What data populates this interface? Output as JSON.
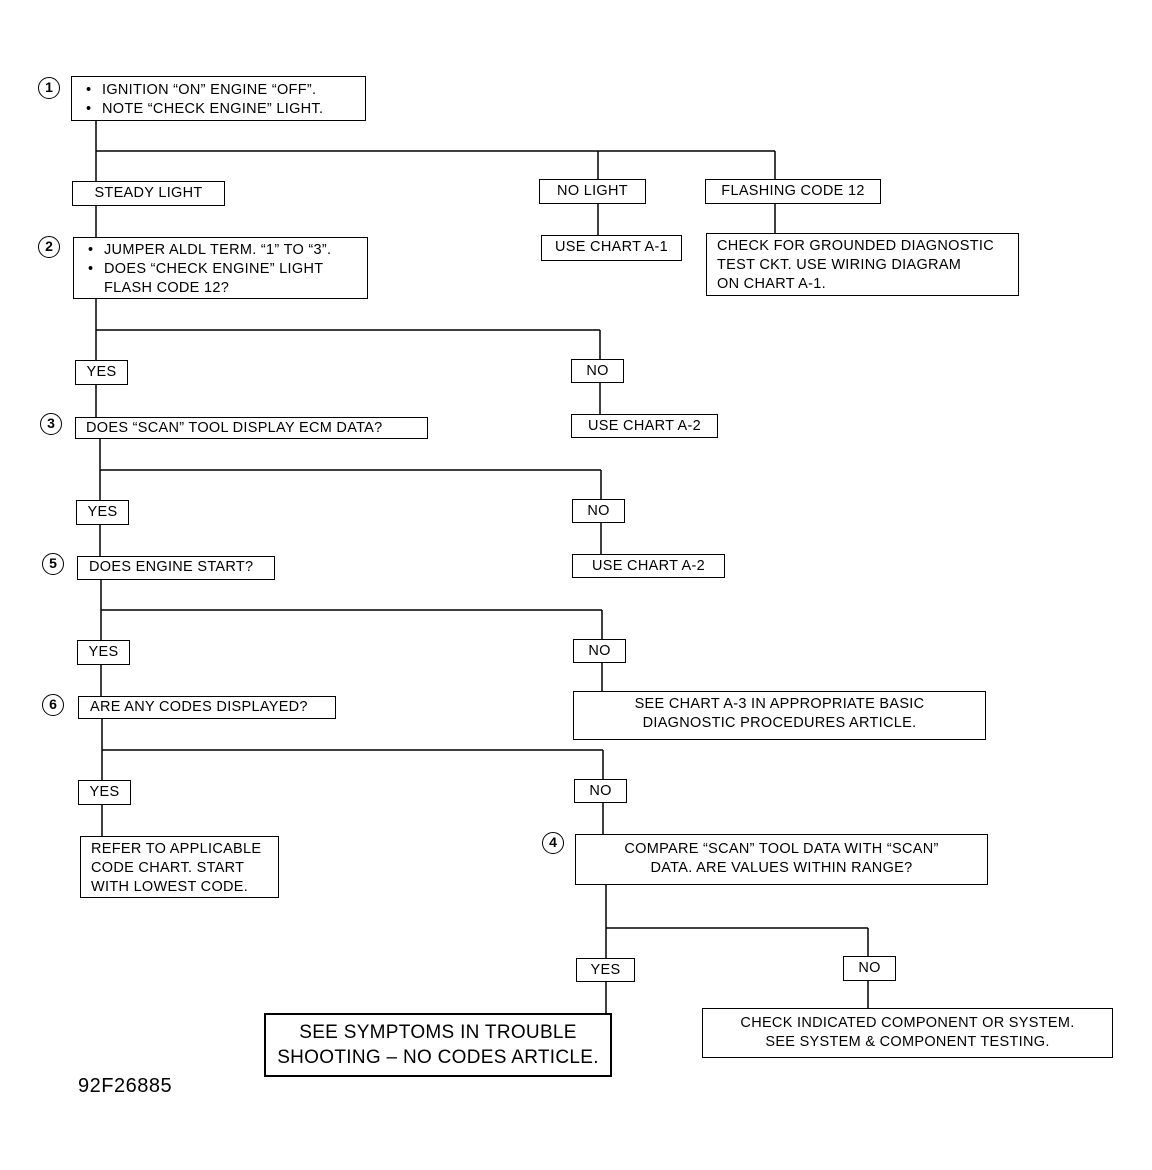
{
  "steps": {
    "s1": "1",
    "s2": "2",
    "s3": "3",
    "s4": "4",
    "s5": "5",
    "s6": "6"
  },
  "boxes": {
    "ignition": [
      "IGNITION “ON” ENGINE “OFF”.",
      "NOTE “CHECK ENGINE” LIGHT."
    ],
    "steady_light": "STEADY LIGHT",
    "no_light": "NO LIGHT",
    "flashing_code": "FLASHING CODE 12",
    "use_chart_a1": "USE CHART A-1",
    "check_grounded": [
      "CHECK FOR GROUNDED DIAGNOSTIC",
      "TEST CKT. USE WIRING DIAGRAM",
      "ON CHART A-1."
    ],
    "jumper": [
      "JUMPER ALDL TERM. “1” TO “3”.",
      "DOES “CHECK ENGINE” LIGHT",
      "FLASH CODE 12?"
    ],
    "yes": "YES",
    "no": "NO",
    "scan_display": "DOES “SCAN” TOOL DISPLAY ECM DATA?",
    "use_chart_a2": "USE CHART A-2",
    "engine_start": "DOES ENGINE START?",
    "any_codes": "ARE ANY CODES DISPLAYED?",
    "see_chart_a3": [
      "SEE CHART A-3 IN APPROPRIATE BASIC",
      "DIAGNOSTIC PROCEDURES ARTICLE."
    ],
    "refer_code": [
      "REFER TO APPLICABLE",
      "CODE CHART. START",
      "WITH LOWEST CODE."
    ],
    "compare_scan": [
      "COMPARE “SCAN” TOOL DATA WITH “SCAN”",
      "DATA. ARE VALUES WITHIN RANGE?"
    ],
    "see_symptoms": [
      "SEE SYMPTOMS IN TROUBLE",
      "SHOOTING – NO CODES ARTICLE."
    ],
    "check_component": [
      "CHECK INDICATED COMPONENT OR SYSTEM.",
      "SEE SYSTEM & COMPONENT TESTING."
    ]
  },
  "figure_id": "92F26885"
}
